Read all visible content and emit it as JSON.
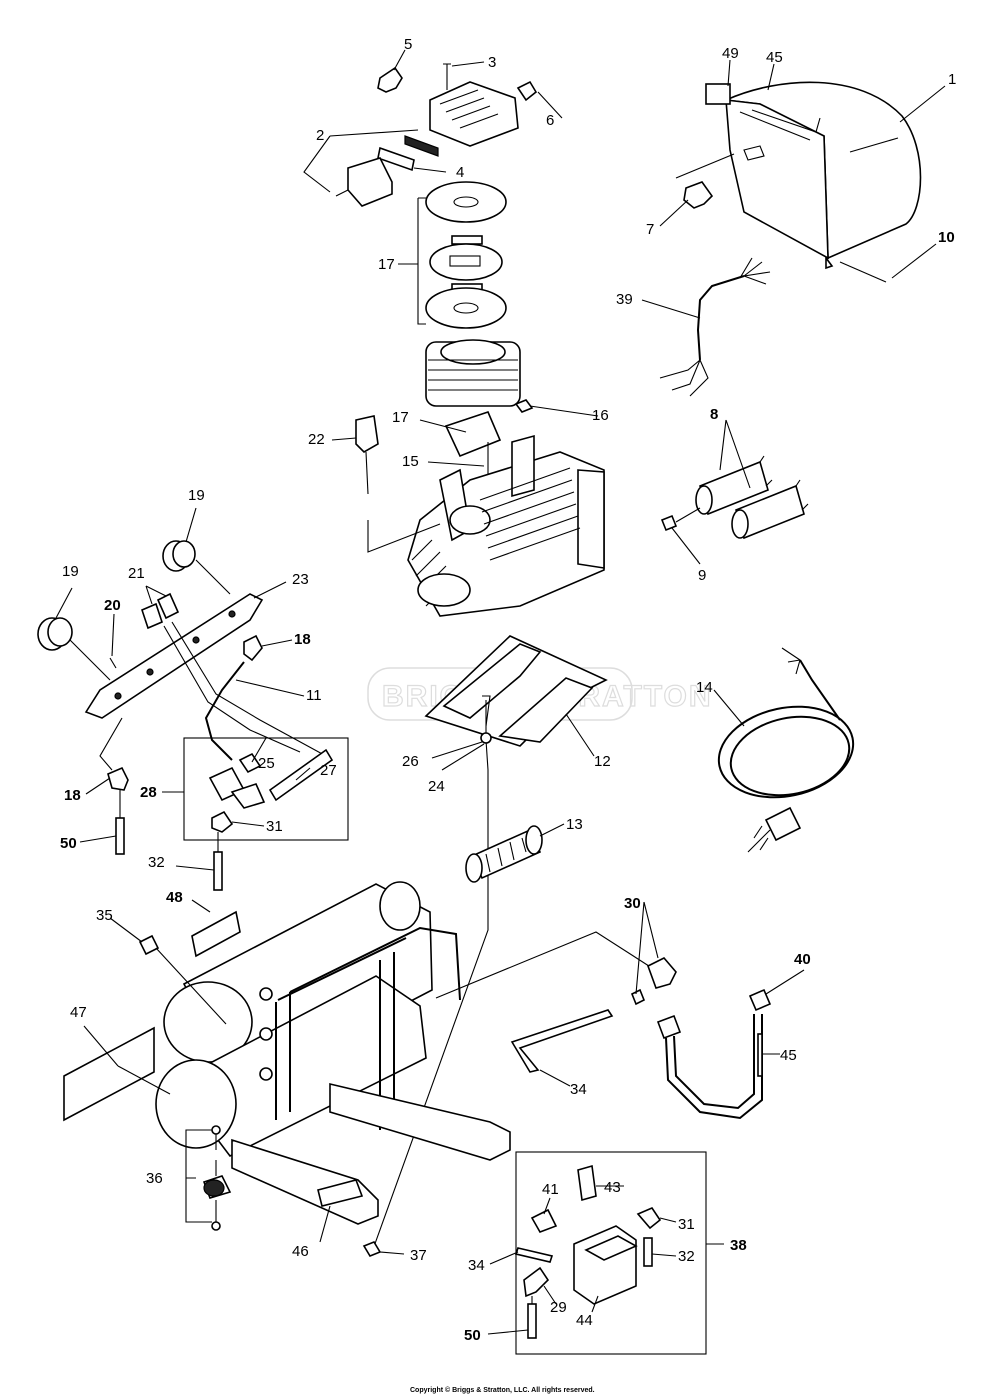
{
  "watermark": "BRIGGS&STRATTON",
  "copyright": "Copyright © Briggs & Stratton, LLC. All rights reserved.",
  "callouts": {
    "c1": "1",
    "c2": "2",
    "c3": "3",
    "c4": "4",
    "c5": "5",
    "c6": "6",
    "c7": "7",
    "c8": "8",
    "c9": "9",
    "c10": "10",
    "c11": "11",
    "c12": "12",
    "c13": "13",
    "c14": "14",
    "c15": "15",
    "c16": "16",
    "c17a": "17",
    "c17b": "17",
    "c18a": "18",
    "c18b": "18",
    "c19a": "19",
    "c19b": "19",
    "c20": "20",
    "c21": "21",
    "c22": "22",
    "c23": "23",
    "c24": "24",
    "c25": "25",
    "c26": "26",
    "c27": "27",
    "c28": "28",
    "c29": "29",
    "c30": "30",
    "c31a": "31",
    "c31b": "31",
    "c32a": "32",
    "c32b": "32",
    "c34a": "34",
    "c34b": "34",
    "c35": "35",
    "c36": "36",
    "c37": "37",
    "c38": "38",
    "c39": "39",
    "c40": "40",
    "c41": "41",
    "c43": "43",
    "c44": "44",
    "c45a": "45",
    "c45b": "45",
    "c46": "46",
    "c47": "47",
    "c48": "48",
    "c49": "49",
    "c50a": "50",
    "c50b": "50"
  }
}
